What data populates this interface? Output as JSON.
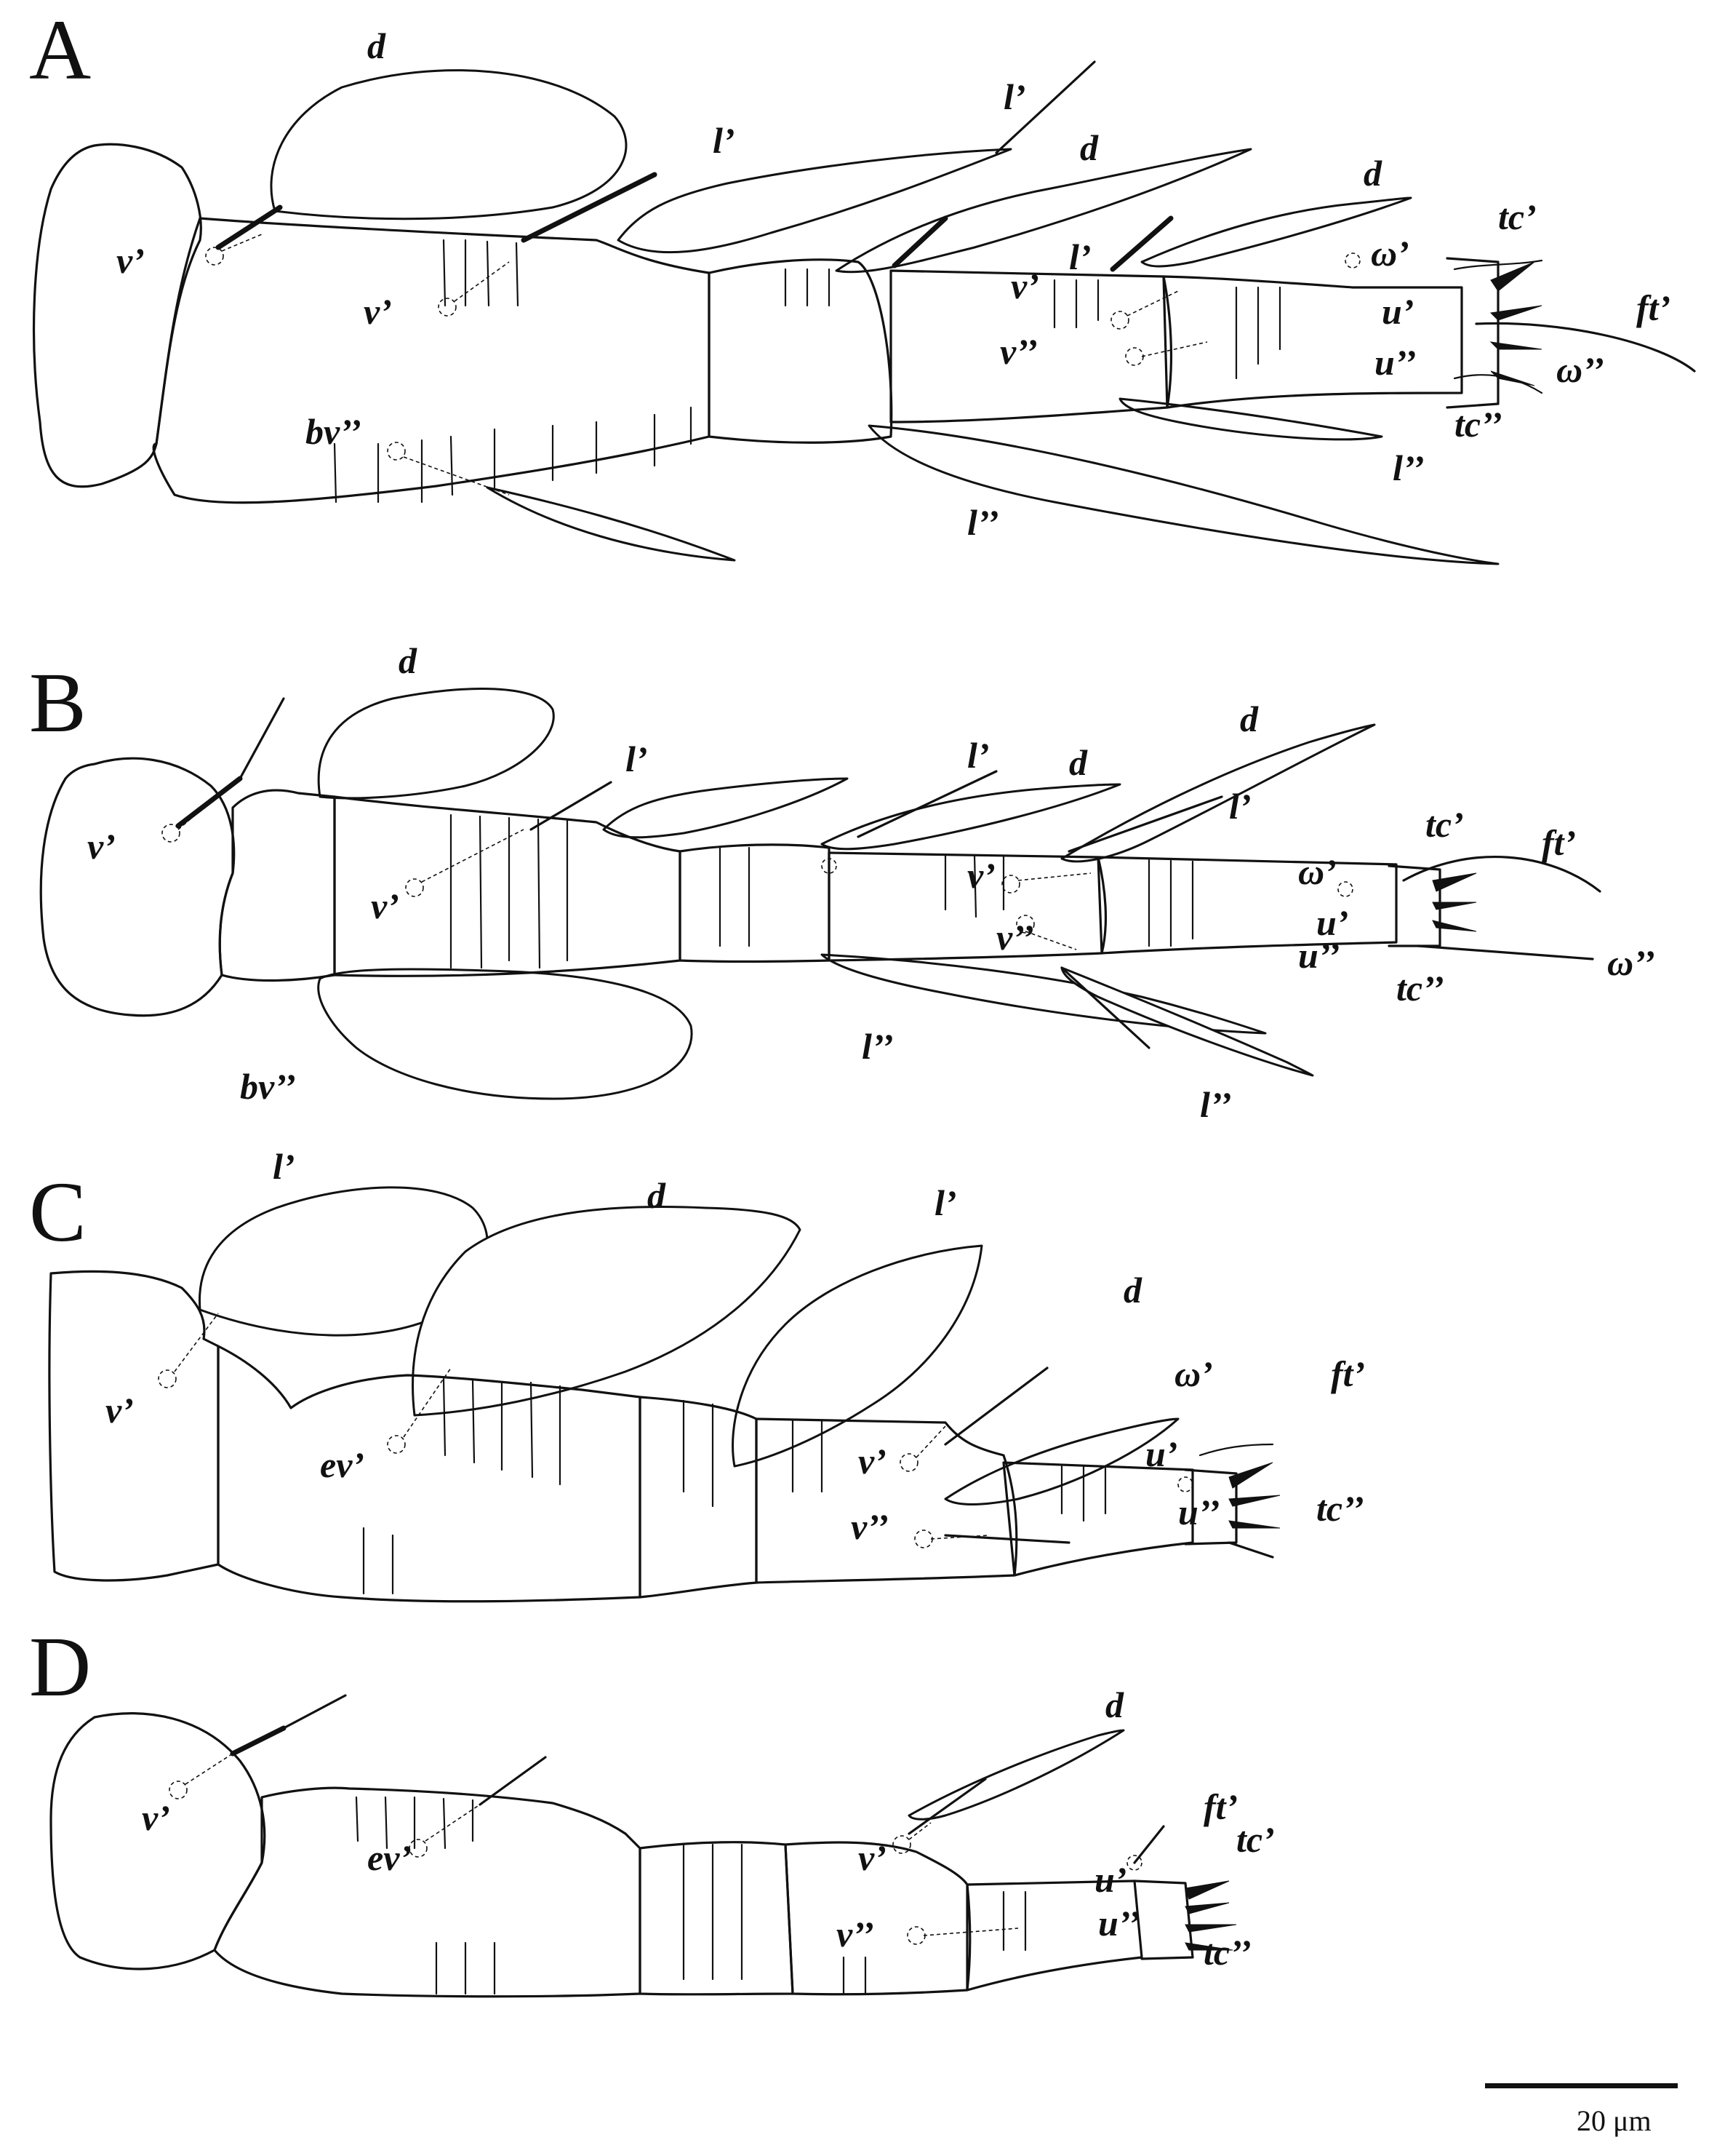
{
  "figure": {
    "panels": [
      {
        "letter": "A",
        "labels": [
          "d",
          "l’",
          "l’",
          "d",
          "d",
          "v’",
          "v’",
          "l’",
          "v’",
          "ω’",
          "tc’",
          "u’",
          "ft’",
          "v’’",
          "u’’",
          "ω’’",
          "tc’’",
          "bv’’",
          "l’’",
          "l’’"
        ]
      },
      {
        "letter": "B",
        "labels": [
          "d",
          "l’",
          "l’",
          "d",
          "d",
          "v’",
          "l’",
          "v’",
          "v’",
          "ω’",
          "tc’",
          "ft’",
          "u’",
          "v’’",
          "u’’",
          "ω’’",
          "tc’’",
          "bv’’",
          "l’’",
          "l’’"
        ]
      },
      {
        "letter": "C",
        "labels": [
          "l’",
          "d",
          "l’",
          "d",
          "v’",
          "ω’",
          "ft’",
          "ev’",
          "v’",
          "u’",
          "v’’",
          "u’’",
          "tc’’"
        ]
      },
      {
        "letter": "D",
        "labels": [
          "v’",
          "d",
          "ft’",
          "tc’",
          "ev’",
          "u’",
          "v’",
          "u’’",
          "v’’",
          "tc’’"
        ]
      }
    ],
    "scale_bar": {
      "label": "20 μm"
    }
  }
}
